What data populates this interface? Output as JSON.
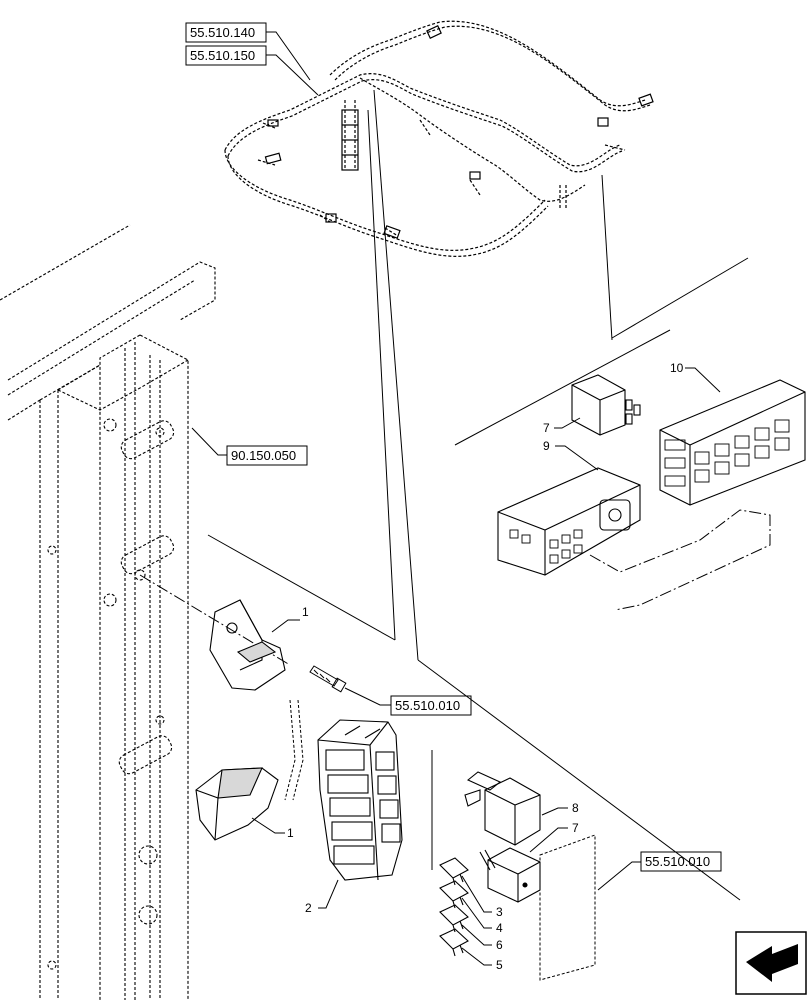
{
  "references": {
    "harness_ref_1": "55.510.140",
    "harness_ref_2": "55.510.150",
    "frame_ref": "90.150.050",
    "fusebox_ref": "55.510.010",
    "relay_ref": "55.510.010"
  },
  "callouts": {
    "bracket_upper": "1",
    "bracket_lower": "1",
    "fuse_box_holder": "2",
    "fuse_a": "3",
    "fuse_b": "4",
    "fuse_c": "5",
    "fuse_d": "6",
    "relay_small": "7",
    "relay_large": "8",
    "relay_upper": "7",
    "connector_block": "9",
    "fuse_box_upper": "10"
  },
  "navigation": {
    "icon": "back-arrow-icon"
  }
}
